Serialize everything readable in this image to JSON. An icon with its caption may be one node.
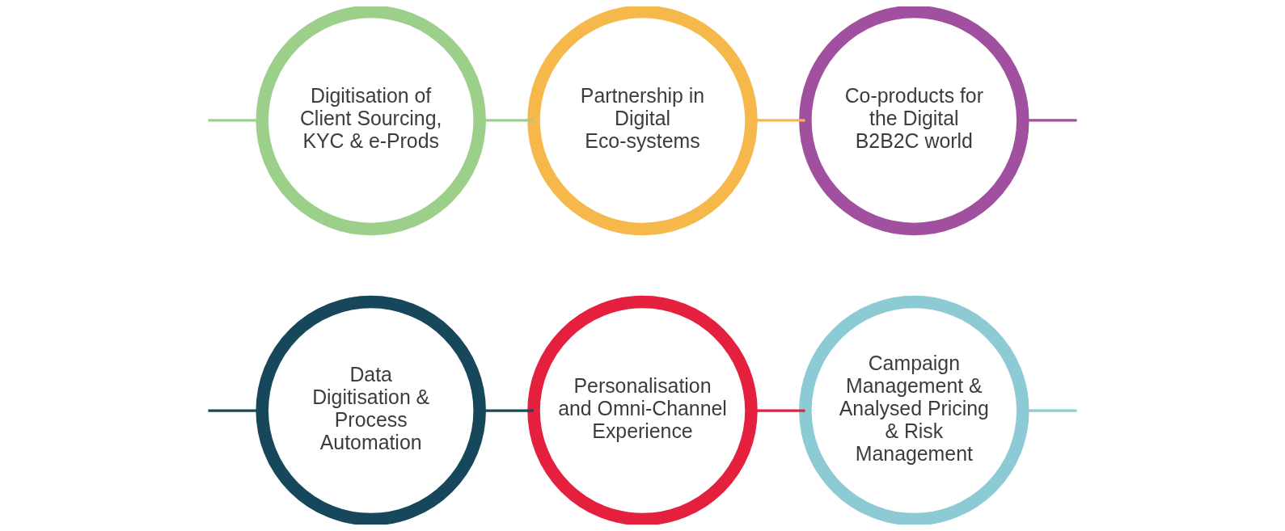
{
  "diagram": {
    "nodes": [
      {
        "text": [
          "Data Digitisation & Process Automation"
        ]
      },
      {
        "text": [
          "Personalisation and Omni-Channel Experience"
        ]
      },
      {
        "text": [
          "Campaign Management & Analysed Pricing & Risk Management"
        ]
      },
      {
        "text": [
          "Digitisation of Client Sourcing, KYC & e-Prods"
        ]
      },
      {
        "text": [
          "Partnership in Digital Eco-systems"
        ]
      },
      {
        "text": [
          "Co-products for the Digital B2B2C world"
        ]
      }
    ],
    "edges": [
      {
        "from": null,
        "to": 0,
        "arrow": "none",
        "color": "#17475a"
      },
      {
        "from": 0,
        "to": 1,
        "arrow": "none",
        "color": "#17475a"
      },
      {
        "from": 1,
        "to": 2,
        "arrow": "none",
        "color": "#e5203f"
      },
      {
        "from": 2,
        "to": null,
        "arrow": "none",
        "color": "#8ccbd4"
      },
      {
        "from": null,
        "to": 3,
        "arrow": "none",
        "color": "#9ccf8a"
      },
      {
        "from": 3,
        "to": 4,
        "arrow": "none",
        "color": "#9ccf8a"
      },
      {
        "from": 4,
        "to": 5,
        "arrow": "none",
        "color": "#f6b84a"
      },
      {
        "from": 5,
        "to": null,
        "arrow": "none",
        "color": "#a150a0"
      }
    ]
  }
}
